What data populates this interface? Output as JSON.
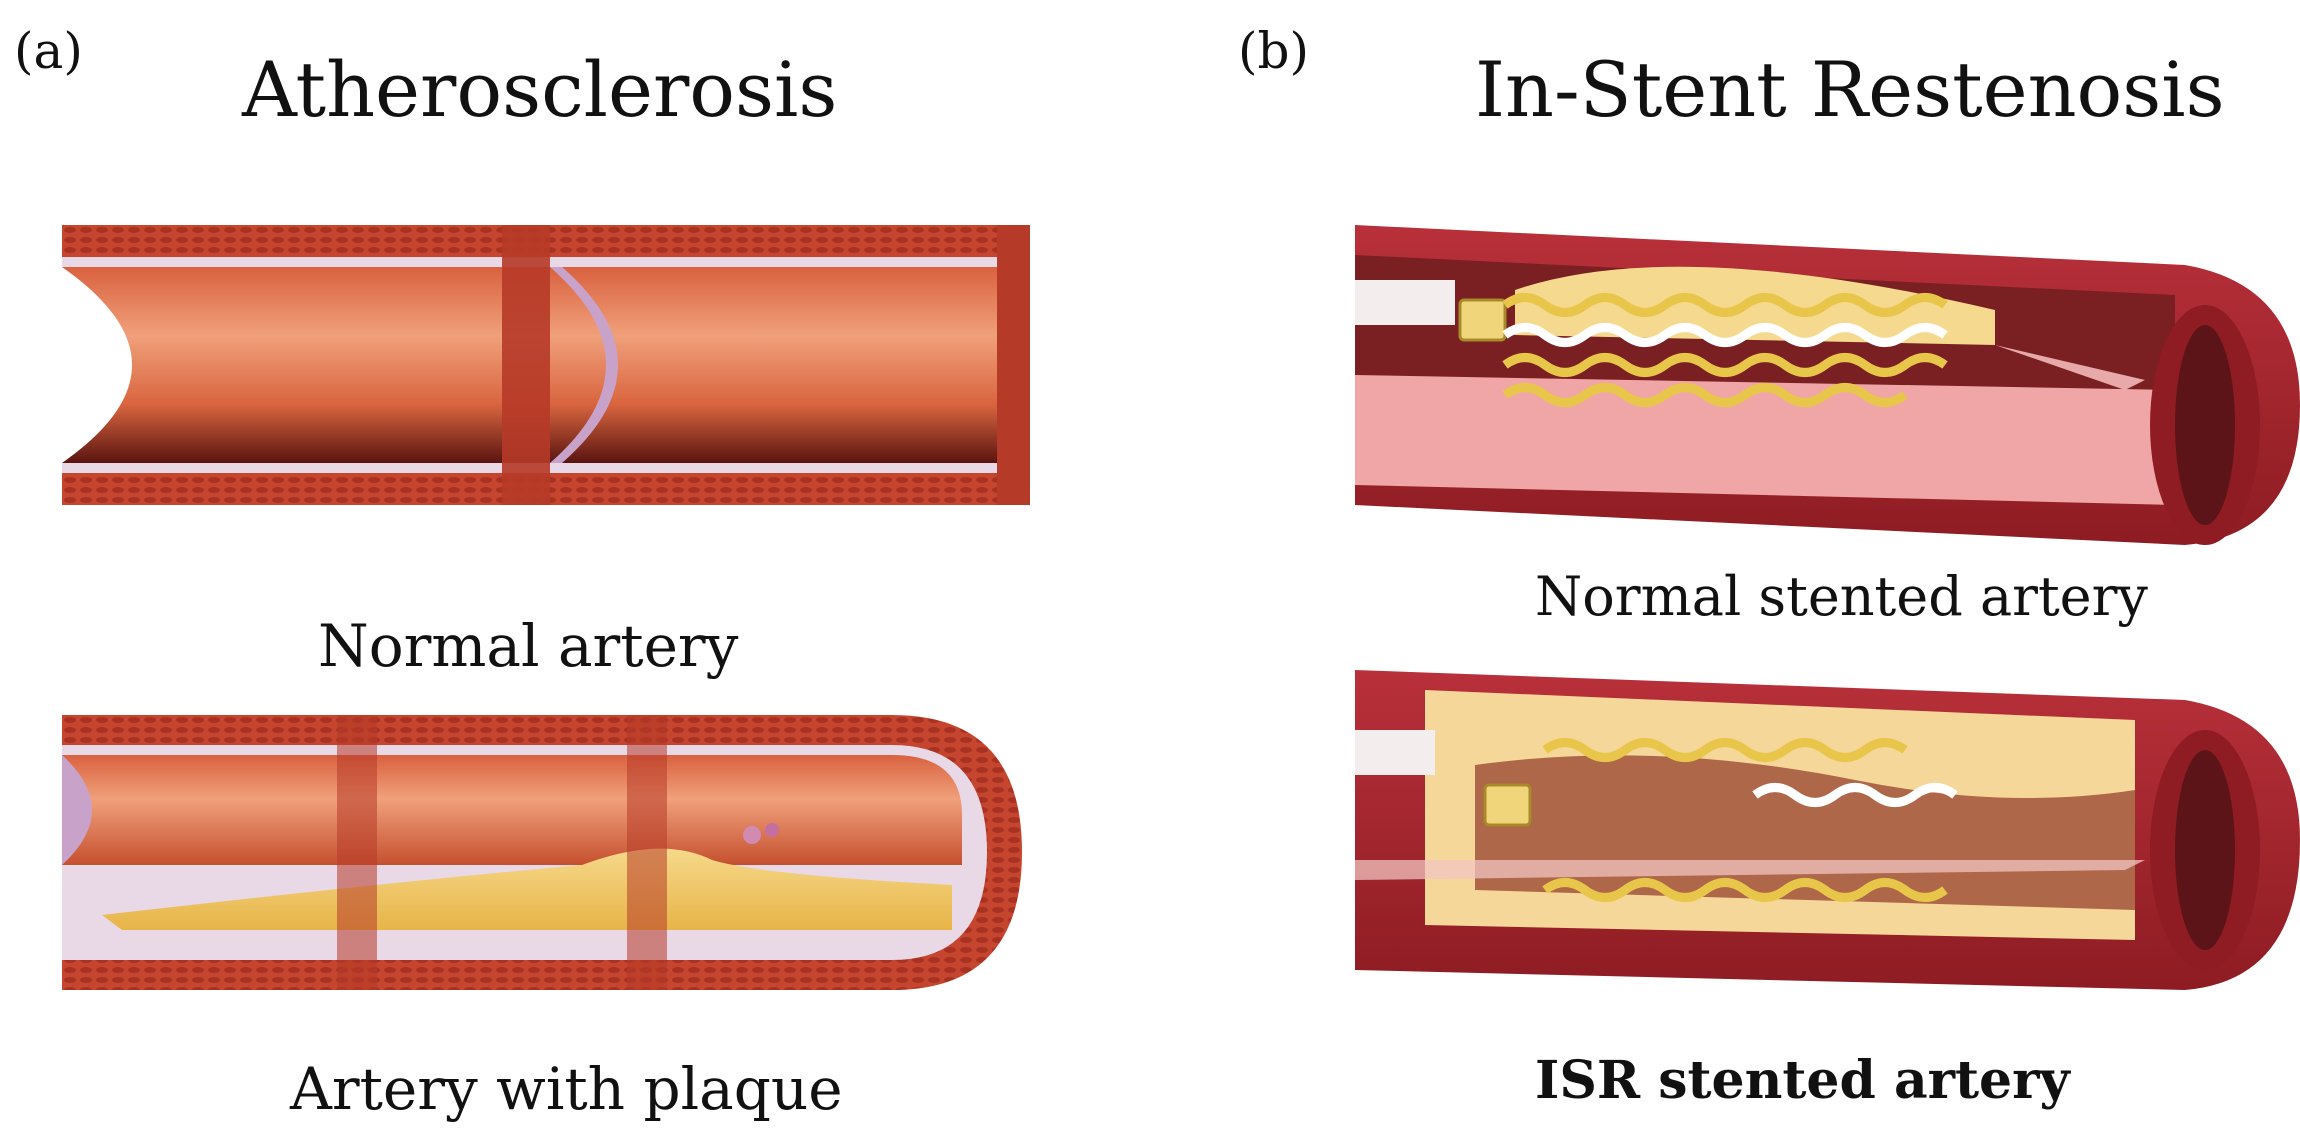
{
  "panels": {
    "a": {
      "letter": "(a)",
      "title": "Atherosclerosis",
      "top_caption": "Normal artery",
      "bottom_caption": "Artery with plaque"
    },
    "b": {
      "letter": "(b)",
      "title": "In-Stent Restenosis",
      "top_caption": "Normal stented artery",
      "bottom_caption": "ISR stented artery"
    }
  },
  "colors": {
    "artery_wall": "#c8432e",
    "artery_lumen": "#e0794f",
    "plaque": "#f2c463",
    "stent": "#e8c64a",
    "vessel_dark": "#8e1c22",
    "vessel_inner": "#f1a3a6"
  }
}
